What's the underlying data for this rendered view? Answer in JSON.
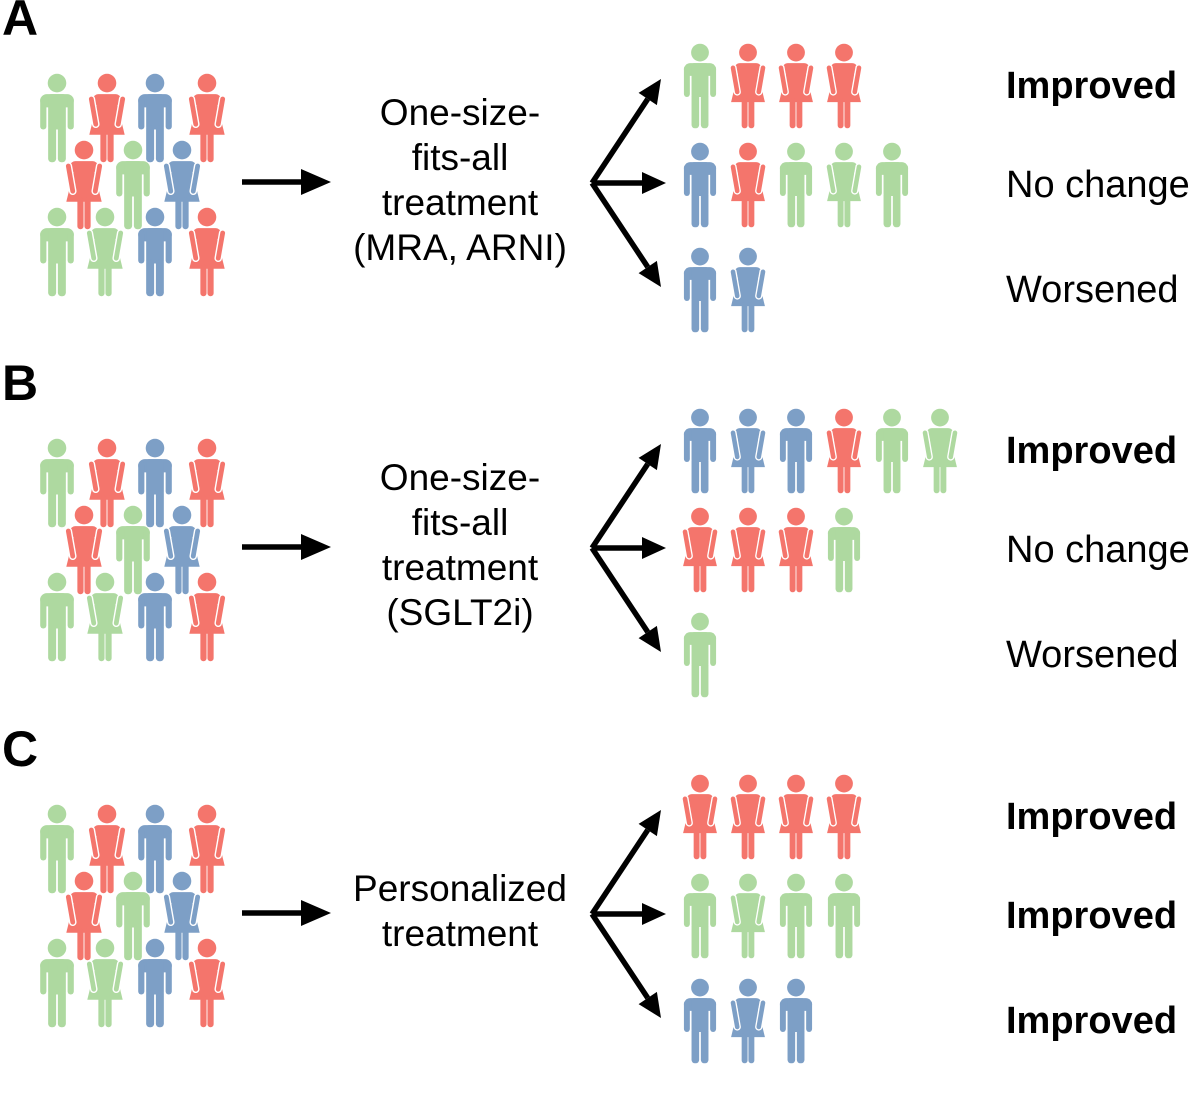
{
  "colors": {
    "green": "#aed9a0",
    "red": "#f4756c",
    "blue": "#7d9fc6",
    "arrow": "#000000",
    "text": "#000000",
    "background": "#ffffff"
  },
  "population": {
    "description": "mixed patient population pictogram",
    "rows": [
      {
        "people": [
          "green-male",
          "red-female",
          "blue-male",
          "red-female"
        ]
      },
      {
        "people": [
          "red-female",
          "green-male",
          "blue-female"
        ]
      },
      {
        "people": [
          "green-male",
          "green-female",
          "blue-male",
          "red-female"
        ]
      }
    ]
  },
  "panels": [
    {
      "label": "A",
      "treatment_lines": [
        "One-size-",
        "fits-all",
        "treatment",
        "(MRA, ARNI)"
      ],
      "outcomes": [
        {
          "label": "Improved",
          "bold": true,
          "people": [
            "green-male",
            "red-female",
            "red-female",
            "red-female"
          ]
        },
        {
          "label": "No change",
          "bold": false,
          "people": [
            "blue-male",
            "red-female",
            "green-male",
            "green-female",
            "green-male"
          ]
        },
        {
          "label": "Worsened",
          "bold": false,
          "people": [
            "blue-male",
            "blue-female"
          ]
        }
      ]
    },
    {
      "label": "B",
      "treatment_lines": [
        "One-size-",
        "fits-all",
        "treatment",
        "(SGLT2i)"
      ],
      "outcomes": [
        {
          "label": "Improved",
          "bold": true,
          "people": [
            "blue-male",
            "blue-female",
            "blue-male",
            "red-female",
            "green-male",
            "green-female"
          ]
        },
        {
          "label": "No change",
          "bold": false,
          "people": [
            "red-female",
            "red-female",
            "red-female",
            "green-male"
          ]
        },
        {
          "label": "Worsened",
          "bold": false,
          "people": [
            "green-male"
          ]
        }
      ]
    },
    {
      "label": "C",
      "treatment_lines": [
        "Personalized",
        "treatment"
      ],
      "outcomes": [
        {
          "label": "Improved",
          "bold": true,
          "people": [
            "red-female",
            "red-female",
            "red-female",
            "red-female"
          ]
        },
        {
          "label": "Improved",
          "bold": true,
          "people": [
            "green-male",
            "green-female",
            "green-male",
            "green-male"
          ]
        },
        {
          "label": "Improved",
          "bold": true,
          "people": [
            "blue-male",
            "blue-female",
            "blue-male"
          ]
        }
      ]
    }
  ]
}
